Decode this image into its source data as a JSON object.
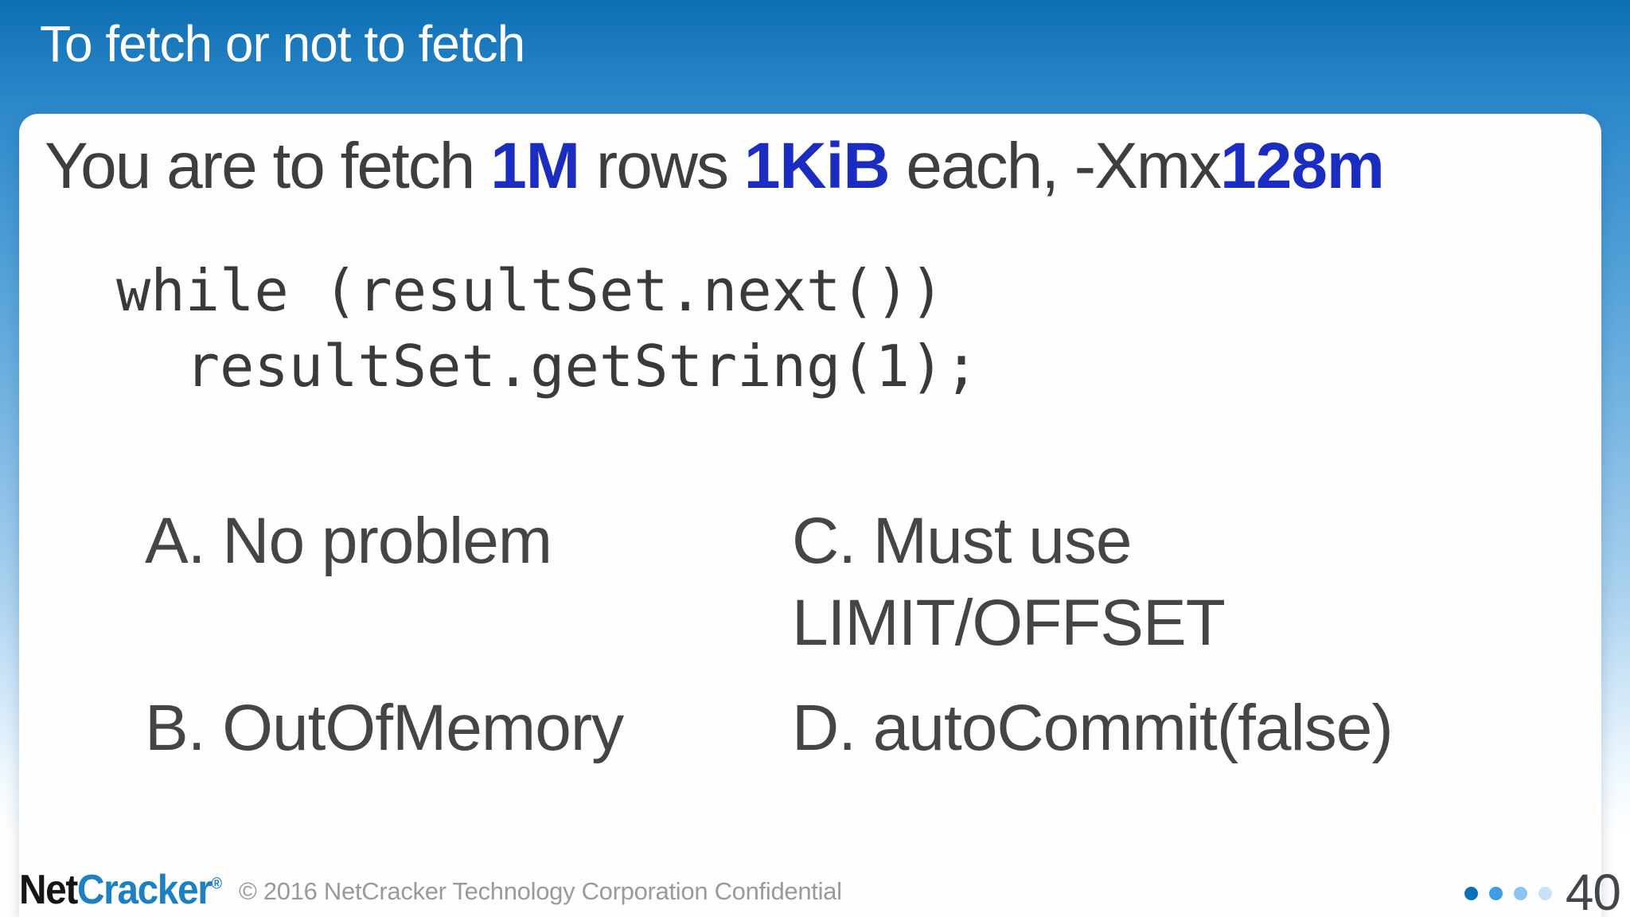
{
  "slide": {
    "title": "To fetch or not to fetch",
    "heading": {
      "part1": "You are to fetch ",
      "accent1": "1M",
      "part2": " rows ",
      "accent2": "1KiB",
      "part3": " each, -Xmx",
      "accent3": "128m"
    },
    "code": {
      "line1": "while (resultSet.next())",
      "line2": "  resultSet.getString(1);"
    },
    "options": [
      {
        "text": "A. No problem"
      },
      {
        "text": "B. OutOfMemory"
      },
      {
        "text": "C. Must use LIMIT/OFFSET"
      },
      {
        "text": "D. autoCommit(false)"
      }
    ]
  },
  "footer": {
    "logo": {
      "part1": "Net",
      "part2": "Cracker",
      "registered": "®"
    },
    "copyright": "© 2016 NetCracker Technology Corporation Confidential",
    "page_number": "40",
    "progress_dots": [
      "#0c70b9",
      "#3f9de6",
      "#8ec5f0",
      "#c6e1f8"
    ]
  },
  "colors": {
    "accent_blue": "#1b2cc1",
    "logo_blue": "#1d80c4",
    "logo_black": "#151515",
    "heading_text": "#3e3e3e",
    "code_text": "#3a3a3a",
    "option_text": "#454545",
    "copyright_text": "#9a9a9a",
    "page_number_text": "#42464a",
    "header_blue_top": "#0f6fb4",
    "header_blue_bottom": "#2e8acb"
  }
}
